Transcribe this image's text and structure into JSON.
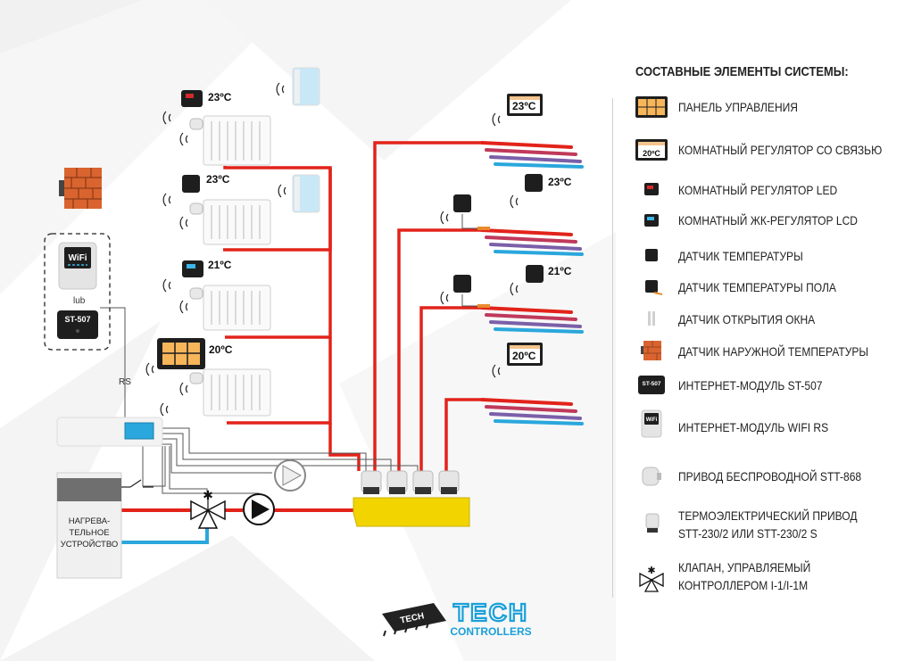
{
  "legend": {
    "title": "СОСТАВНЫЕ ЭЛЕМЕНТЫ СИСТЕМЫ:",
    "items": [
      {
        "icon": "control-panel-icon",
        "label": "ПАНЕЛЬ УПРАВЛЕНИЯ"
      },
      {
        "icon": "room-regulator-comm-icon",
        "label": "КОМНАТНЫЙ РЕГУЛЯТОР СО СВЯЗЬЮ"
      },
      {
        "icon": "led-regulator-icon",
        "label": "КОМНАТНЫЙ РЕГУЛЯТОР LED"
      },
      {
        "icon": "lcd-regulator-icon",
        "label": "КОМНАТНЫЙ ЖК-РЕГУЛЯТОР LCD"
      },
      {
        "icon": "temp-sensor-icon",
        "label": "ДАТЧИК ТЕМПЕРАТУРЫ"
      },
      {
        "icon": "floor-sensor-icon",
        "label": "ДАТЧИК ТЕМПЕРАТУРЫ ПОЛА"
      },
      {
        "icon": "window-sensor-icon",
        "label": "ДАТЧИК ОТКРЫТИЯ ОКНА"
      },
      {
        "icon": "outdoor-sensor-icon",
        "label": "ДАТЧИК НАРУЖНОЙ ТЕМПЕРАТУРЫ"
      },
      {
        "icon": "st507-module-icon",
        "label": "ИНТЕРНЕТ-МОДУЛЬ ST-507"
      },
      {
        "icon": "wifi-module-icon",
        "label": "ИНТЕРНЕТ-МОДУЛЬ WIFI RS"
      },
      {
        "icon": "wireless-actuator-icon",
        "label": "ПРИВОД БЕСПРОВОДНОЙ STT-868"
      },
      {
        "icon": "thermo-actuator-icon",
        "label_lines": [
          "ТЕРМОЭЛЕКТРИЧЕСКИЙ ПРИВОД",
          "STT-230/2 ИЛИ STT-230/2 S"
        ]
      },
      {
        "icon": "valve-icon",
        "label_lines": [
          "КЛАПАН, УПРАВЛЯЕМЫЙ",
          "КОНТРОЛЛЕРОМ I-1/I-1M"
        ]
      }
    ]
  },
  "diagram": {
    "radiator_temps": [
      "23ºC",
      "23ºC",
      "21ºC",
      "20ºC"
    ],
    "floor_temps": [
      "23ºC",
      "23ºC",
      "21ºC",
      "20ºC"
    ],
    "wifi_label": "WiFi",
    "lub_label": "lub",
    "st507_label": "ST-507",
    "rs_label": "RS",
    "heater_label_lines": [
      "НАГРЕВА-",
      "ТЕЛЬНОЕ",
      "УСТРОЙСТВО"
    ]
  },
  "brand": {
    "name": "TECH",
    "sub": "CONTROLLERS",
    "chip_text": "TECH",
    "color": "#1aa0d8"
  },
  "colors": {
    "supply": "#e2231a",
    "return_blue": "#2aa7dc",
    "manifold": "#f2d500",
    "orange": "#e98a2b",
    "brick": "#d9642f"
  }
}
